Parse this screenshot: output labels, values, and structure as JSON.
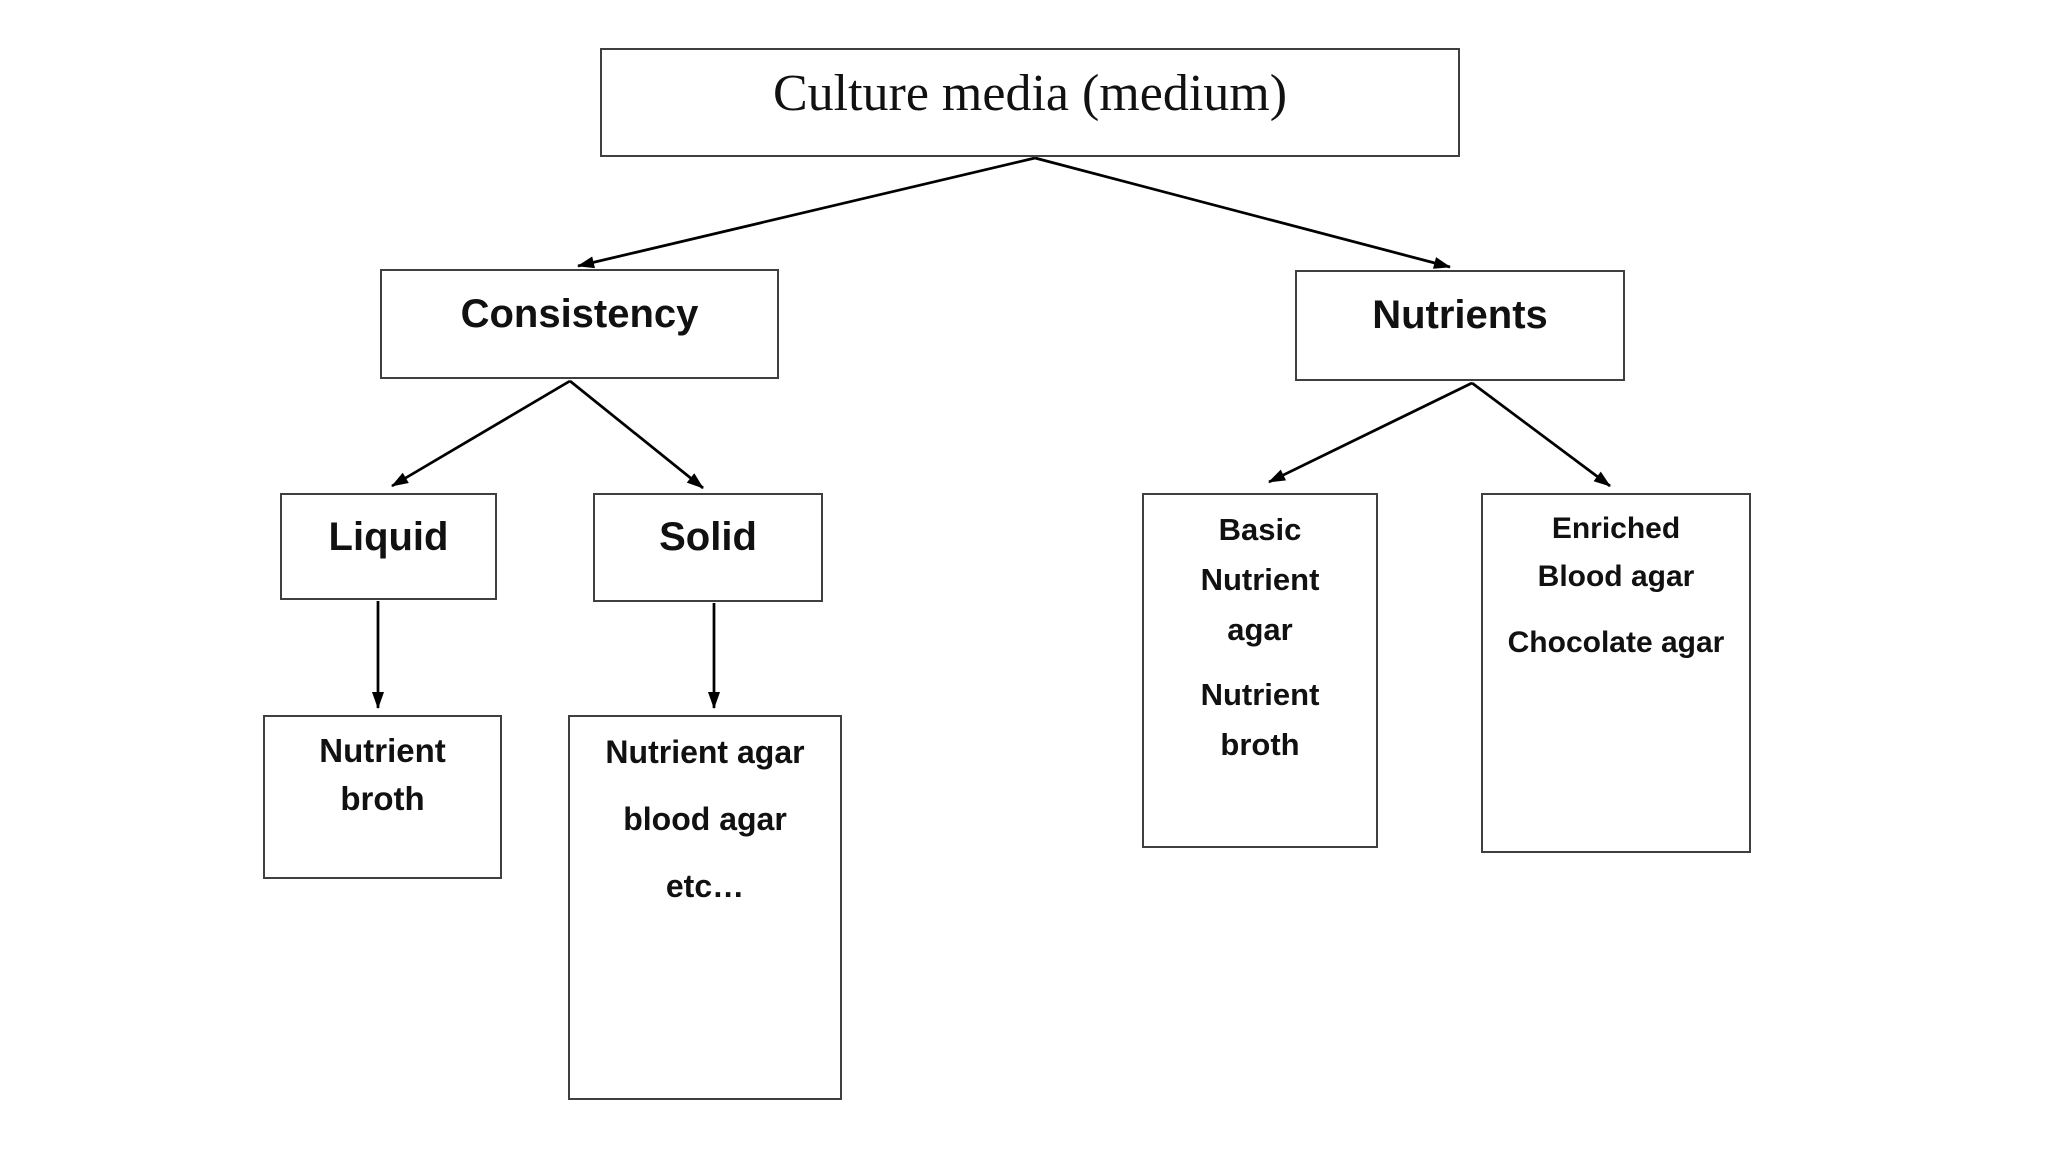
{
  "colors": {
    "background": "#ffffff",
    "border": "#3f3f3f",
    "text": "#111111",
    "arrow": "#000000"
  },
  "root": {
    "label": "Culture media (medium)"
  },
  "branches": {
    "consistency": {
      "label": "Consistency"
    },
    "nutrients": {
      "label": "Nutrients"
    }
  },
  "consistency_children": {
    "liquid": {
      "label": "Liquid",
      "examples": "Nutrient broth"
    },
    "solid": {
      "label": "Solid",
      "examples": [
        "Nutrient agar",
        "blood agar",
        "etc…"
      ]
    }
  },
  "nutrients_children": {
    "basic": {
      "label": "Basic",
      "items": [
        "Nutrient agar",
        "Nutrient broth"
      ]
    },
    "enriched": {
      "label": "Enriched",
      "items": [
        "Blood agar",
        "Chocolate agar"
      ]
    }
  }
}
